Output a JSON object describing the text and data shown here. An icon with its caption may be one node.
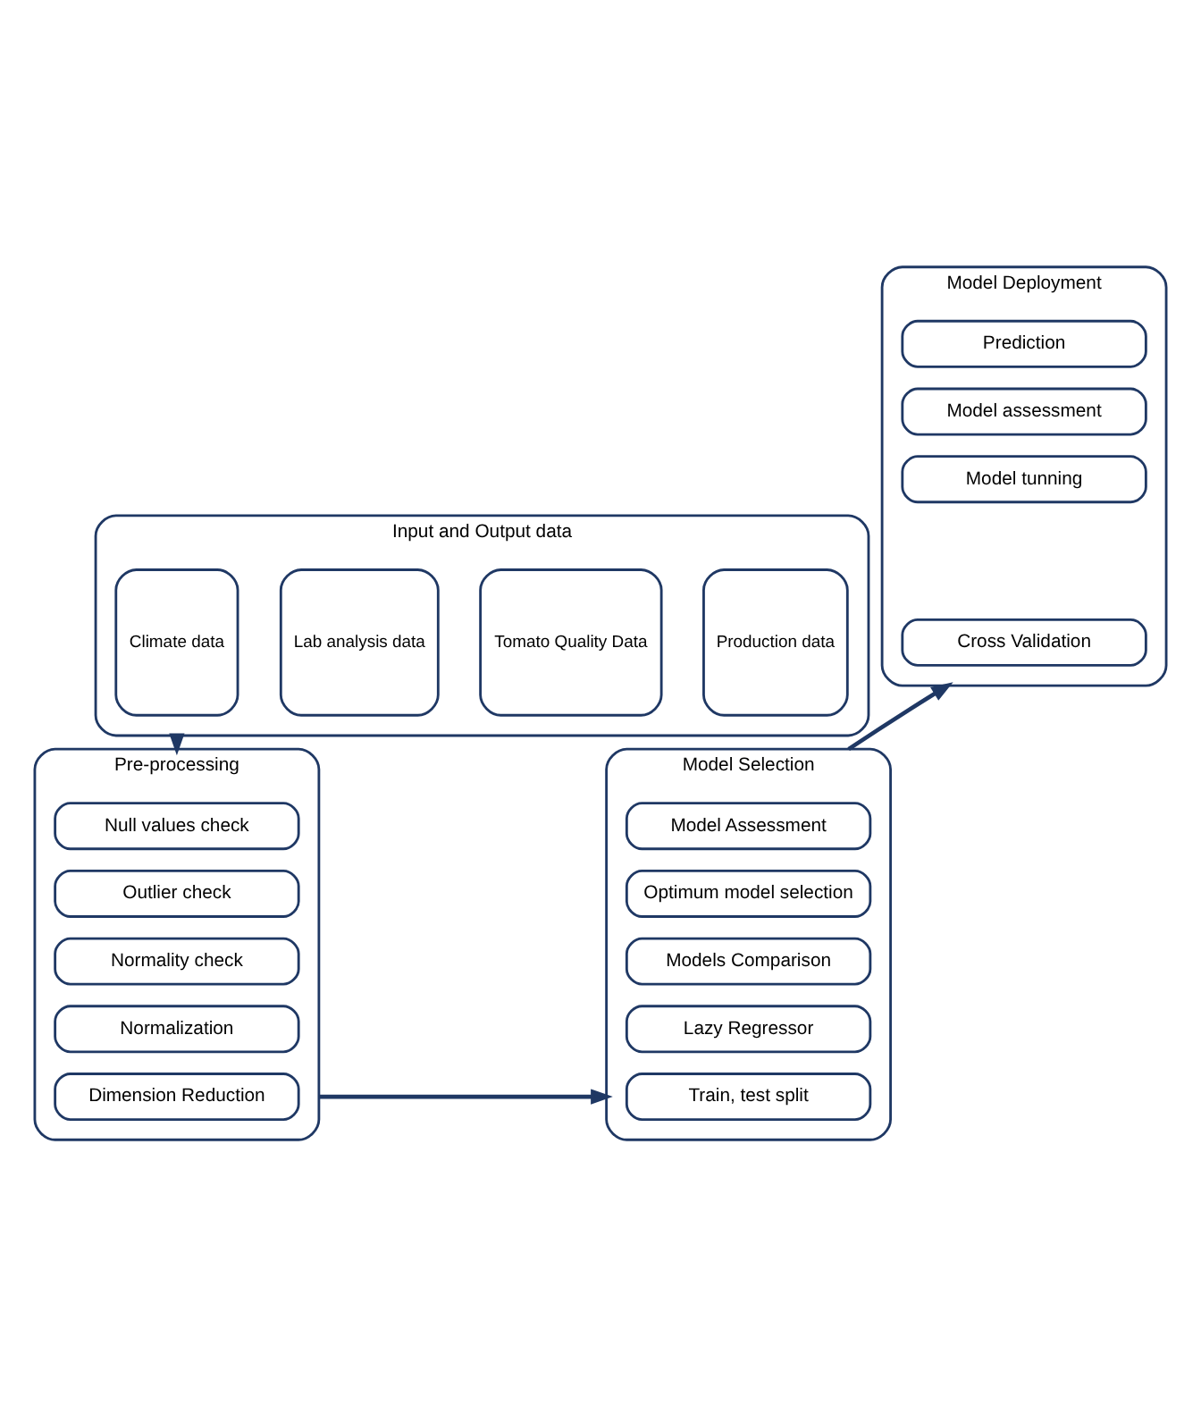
{
  "diagram": {
    "nodes": [
      {
        "text": [
          "Input and Output data"
        ]
      },
      {
        "text": [
          "Climate data"
        ],
        "in": 0
      },
      {
        "text": [
          "Lab analysis data"
        ],
        "in": 0
      },
      {
        "text": [
          "Tomato Quality Data"
        ],
        "in": 0
      },
      {
        "text": [
          "Production data"
        ],
        "in": 0
      },
      {
        "text": [
          "Model Deployment"
        ]
      },
      {
        "text": [
          "Prediction"
        ],
        "in": 5
      },
      {
        "text": [
          "Model assessment"
        ],
        "in": 5
      },
      {
        "text": [
          "Model tunning"
        ],
        "in": 5
      },
      {
        "text": [
          "Cross Validation"
        ],
        "in": 5
      },
      {
        "text": [
          "Pre-processing"
        ]
      },
      {
        "text": [
          "Null values check"
        ],
        "in": 10
      },
      {
        "text": [
          "Outlier check"
        ],
        "in": 10
      },
      {
        "text": [
          "Normality check"
        ],
        "in": 10
      },
      {
        "text": [
          "Normalization"
        ],
        "in": 10
      },
      {
        "text": [
          "Dimension Reduction"
        ],
        "in": 10
      },
      {
        "text": [
          "Model Selection"
        ]
      },
      {
        "text": [
          "Model Assessment"
        ],
        "in": 16
      },
      {
        "text": [
          "Optimum model selection"
        ],
        "in": 16
      },
      {
        "text": [
          "Models Comparison"
        ],
        "in": 16
      },
      {
        "text": [
          "Lazy Regressor"
        ],
        "in": 16
      },
      {
        "text": [
          "Train, test split"
        ],
        "in": 16
      }
    ],
    "edges": [
      {
        "from": 0,
        "to": 10,
        "arrow": "to"
      },
      {
        "from": 10,
        "to": 16,
        "arrow": "to"
      },
      {
        "from": 16,
        "to": 5,
        "arrow": "to"
      }
    ]
  }
}
